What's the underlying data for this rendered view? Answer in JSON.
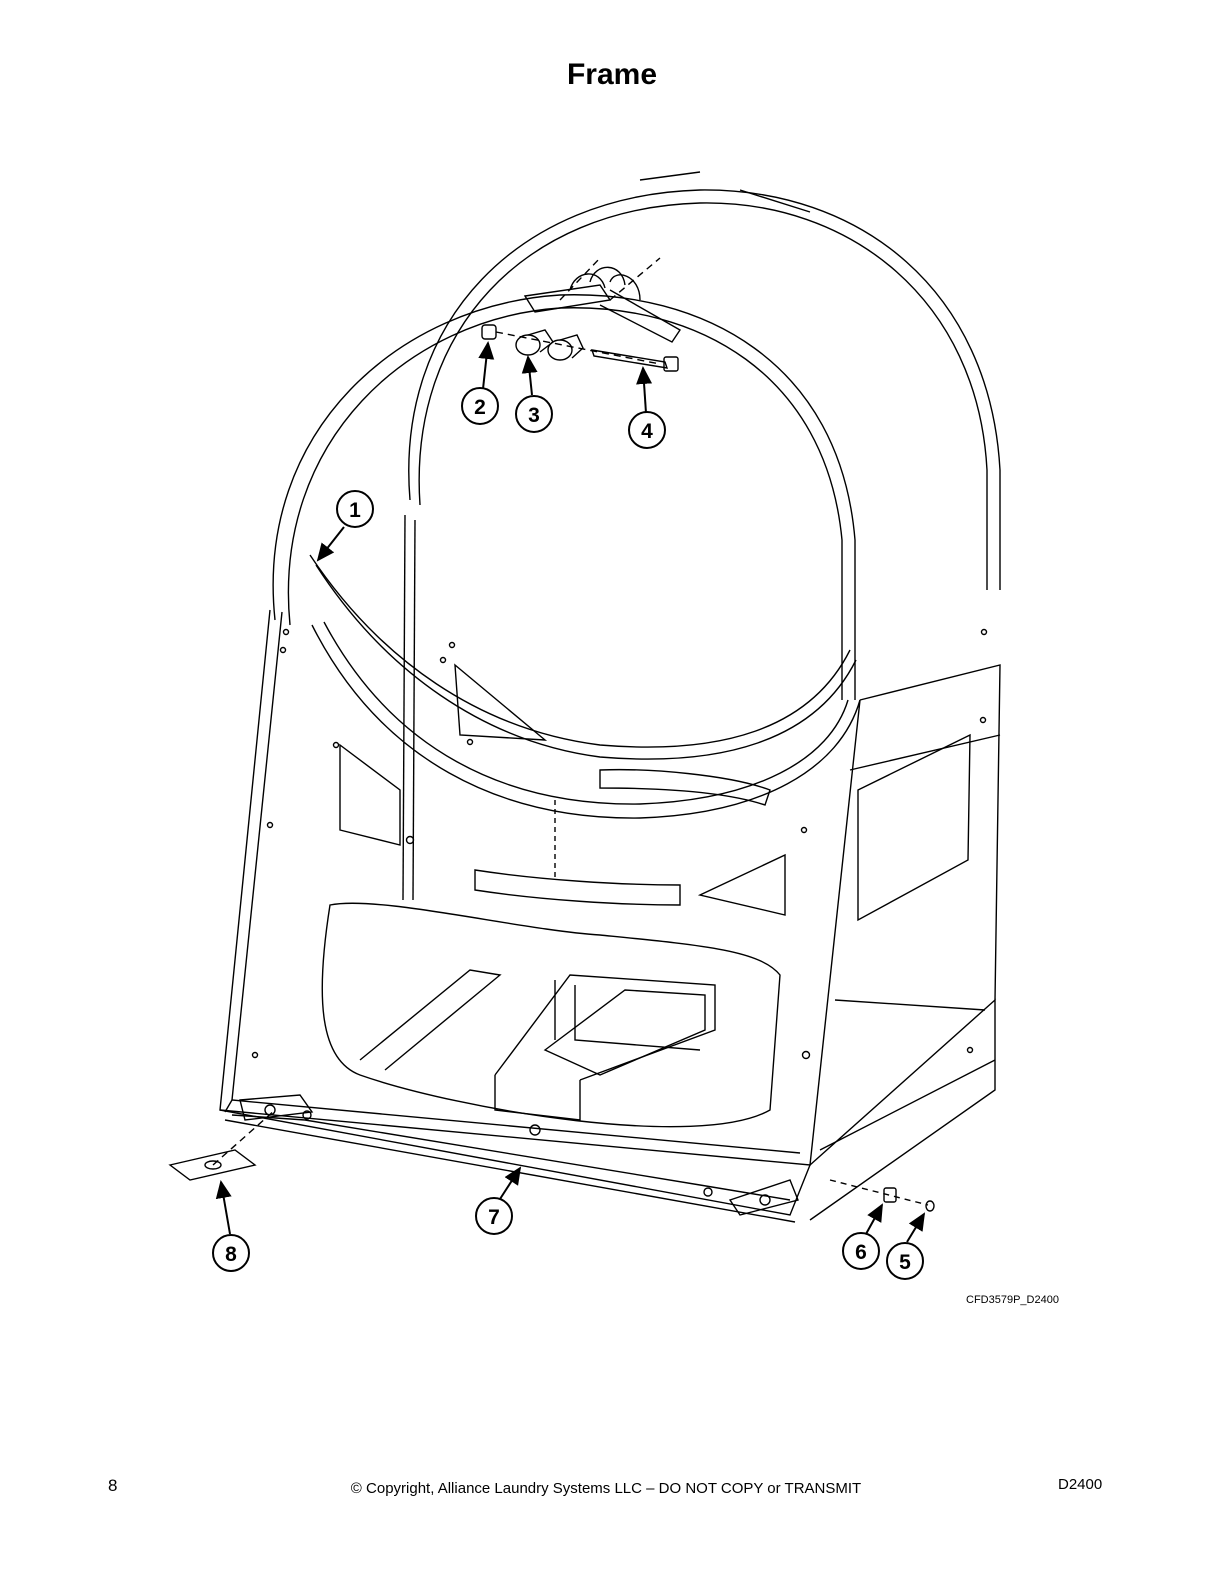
{
  "page": {
    "title": "Frame",
    "figure_id": "CFD3579P_D2400",
    "page_number": "8",
    "copyright": "© Copyright, Alliance Laundry Systems LLC – DO NOT COPY or TRANSMIT",
    "doc_code": "D2400"
  },
  "callouts": [
    {
      "key": "c1",
      "label": "1"
    },
    {
      "key": "c2",
      "label": "2"
    },
    {
      "key": "c3",
      "label": "3"
    },
    {
      "key": "c4",
      "label": "4"
    },
    {
      "key": "c5",
      "label": "5"
    },
    {
      "key": "c6",
      "label": "6"
    },
    {
      "key": "c7",
      "label": "7"
    },
    {
      "key": "c8",
      "label": "8"
    }
  ]
}
